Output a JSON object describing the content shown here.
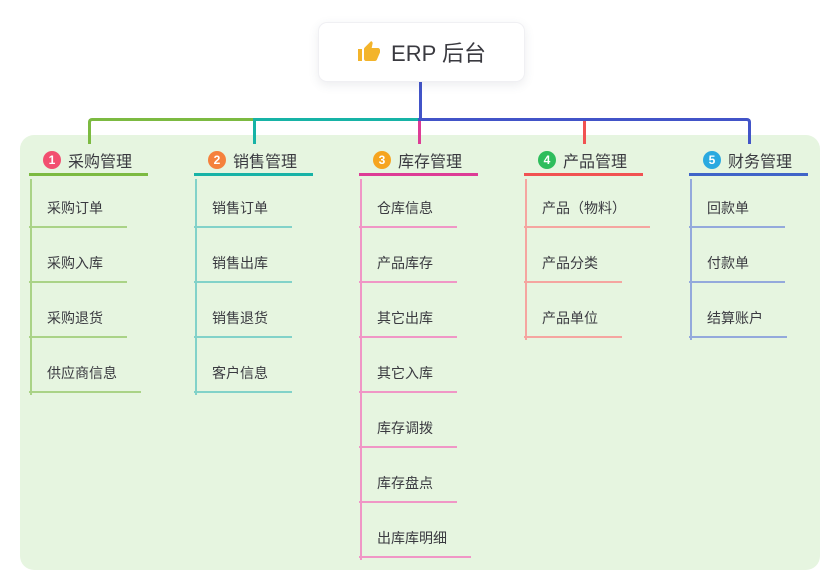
{
  "root": {
    "icon": "thumbs-up-icon",
    "label": "ERP 后台"
  },
  "colors": {
    "canvas_bg": "#ffffff",
    "panel_bg": "#e6f5e0",
    "root_card_bg": "#ffffff",
    "root_line": "#4254c8",
    "text": "#3a3a40",
    "thumb_icon": "#f3b42b",
    "badge_number_text": "#ffffff"
  },
  "branches": [
    {
      "number": "1",
      "label": "采购管理",
      "badge_color": "#f24f70",
      "line_color": "#7cba41",
      "sub_line_color": "#aad387",
      "items": [
        "采购订单",
        "采购入库",
        "采购退货",
        "供应商信息"
      ]
    },
    {
      "number": "2",
      "label": "销售管理",
      "badge_color": "#f5813c",
      "line_color": "#17b3a6",
      "sub_line_color": "#82d2c9",
      "items": [
        "销售订单",
        "销售出库",
        "销售退货",
        "客户信息"
      ]
    },
    {
      "number": "3",
      "label": "库存管理",
      "badge_color": "#f6a41f",
      "line_color": "#dd3c96",
      "sub_line_color": "#f096c6",
      "items": [
        "仓库信息",
        "产品库存",
        "其它出库",
        "其它入库",
        "库存调拨",
        "库存盘点",
        "出库库明细"
      ]
    },
    {
      "number": "4",
      "label": "产品管理",
      "badge_color": "#2ebd5c",
      "line_color": "#f15252",
      "sub_line_color": "#f5a5a0",
      "items": [
        "产品（物料）",
        "产品分类",
        "产品单位"
      ]
    },
    {
      "number": "5",
      "label": "财务管理",
      "badge_color": "#2aa9e0",
      "line_color": "#4064c8",
      "sub_line_color": "#94a9dc",
      "items": [
        "回款单",
        "付款单",
        "结算账户"
      ]
    }
  ]
}
